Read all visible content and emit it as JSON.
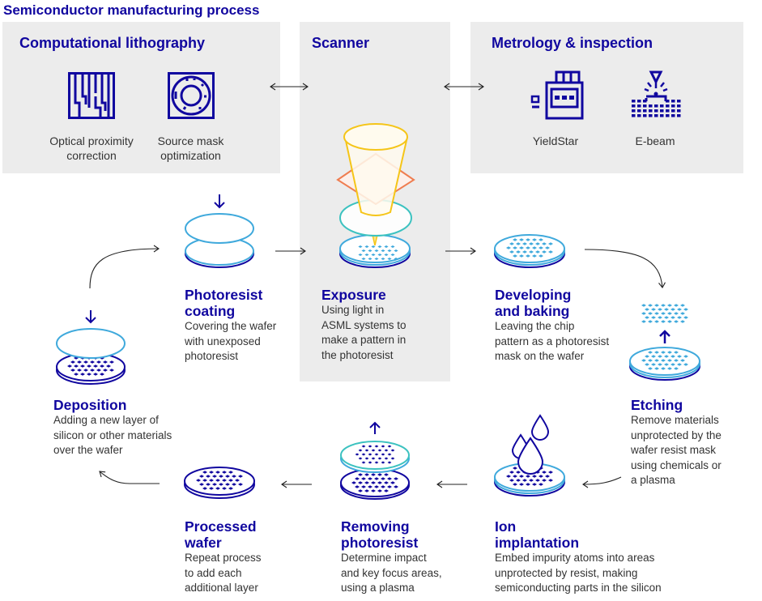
{
  "title": "Semiconductor manufacturing process",
  "colors": {
    "brand_blue": "#10069f",
    "light_blue": "#3fa9dc",
    "teal": "#3cc2c0",
    "yellow": "#f5c518",
    "orange": "#ef7d50",
    "panel_gray": "#ececec",
    "text": "#333333"
  },
  "panels": {
    "computational_lithography": {
      "title": "Computational lithography",
      "items": [
        {
          "icon": "optical-proximity-correction-icon",
          "label_line1": "Optical proximity",
          "label_line2": "correction"
        },
        {
          "icon": "source-mask-optimization-icon",
          "label_line1": "Source mask",
          "label_line2": "optimization"
        }
      ]
    },
    "scanner": {
      "title": "Scanner"
    },
    "metrology": {
      "title": "Metrology & inspection",
      "items": [
        {
          "icon": "yieldstar-icon",
          "label": "YieldStar"
        },
        {
          "icon": "e-beam-icon",
          "label": "E-beam"
        }
      ]
    }
  },
  "steps": {
    "photoresist_coating": {
      "title1": "Photoresist",
      "title2": "coating",
      "desc": [
        "Covering the wafer",
        "with unexposed",
        "photoresist"
      ]
    },
    "exposure": {
      "title1": "Exposure",
      "desc": [
        "Using light in",
        "ASML systems to",
        "make a pattern in",
        "the photoresist"
      ]
    },
    "developing": {
      "title1": "Developing",
      "title2": "and baking",
      "desc": [
        "Leaving the chip",
        "pattern as a photoresist",
        "mask on the wafer"
      ]
    },
    "etching": {
      "title1": "Etching",
      "desc": [
        "Remove materials",
        "unprotected by the",
        "wafer resist mask",
        "using chemicals or",
        "a plasma"
      ]
    },
    "ion_implantation": {
      "title1": "Ion",
      "title2": "implantation",
      "desc": [
        "Embed impurity atoms into areas",
        "unprotected by resist, making",
        "semiconducting parts in the silicon"
      ]
    },
    "removing_photoresist": {
      "title1": "Removing",
      "title2": "photoresist",
      "desc": [
        "Determine impact",
        "and key focus areas,",
        "using a plasma"
      ]
    },
    "processed_wafer": {
      "title1": "Processed",
      "title2": "wafer",
      "desc": [
        "Repeat process",
        "to add each",
        "additional layer"
      ]
    },
    "deposition": {
      "title1": "Deposition",
      "desc": [
        "Adding a new layer of",
        "silicon or other materials",
        "over the wafer"
      ]
    }
  }
}
